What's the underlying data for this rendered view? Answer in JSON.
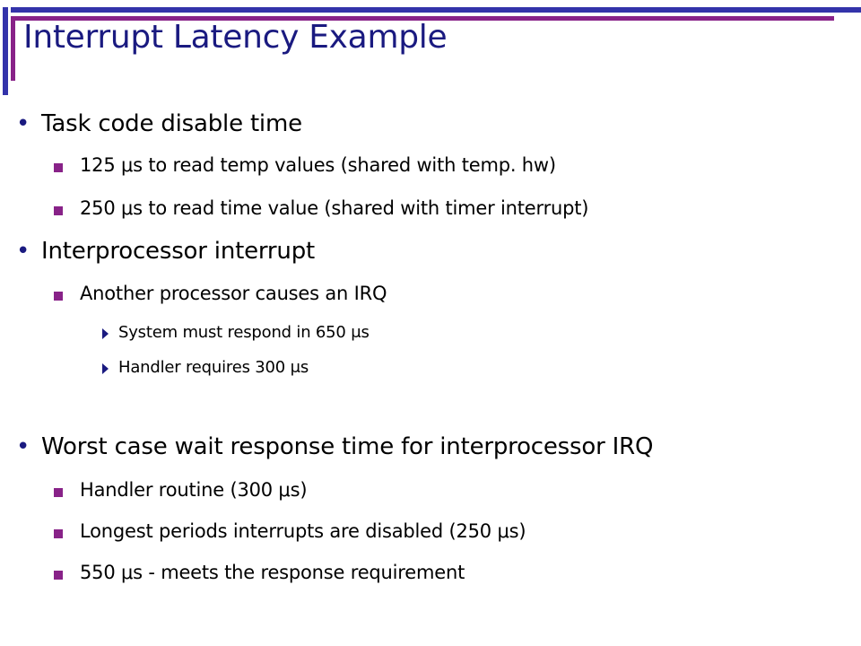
{
  "slide": {
    "title": "Interrupt Latency Example",
    "bullets": [
      {
        "text": "Task code disable time",
        "sub": [
          {
            "text": "125 μs to read temp values (shared with temp. hw)"
          },
          {
            "text": "250 μs to read time value (shared with timer interrupt)"
          }
        ]
      },
      {
        "text": "Interprocessor interrupt",
        "sub": [
          {
            "text": "Another processor causes an IRQ",
            "sub": [
              {
                "text": "System must respond in 650 μs"
              },
              {
                "text": "Handler requires 300 μs"
              }
            ]
          }
        ]
      },
      {
        "text": "Worst case wait response time for interprocessor IRQ",
        "sub": [
          {
            "text": "Handler routine (300 μs)"
          },
          {
            "text": "Longest periods interrupts are disabled (250 μs)"
          },
          {
            "text": "550 μs  - meets the response requirement"
          }
        ]
      }
    ]
  },
  "colors": {
    "title": "#1a1a80",
    "accent_blue": "#3333aa",
    "accent_purple": "#882288"
  }
}
